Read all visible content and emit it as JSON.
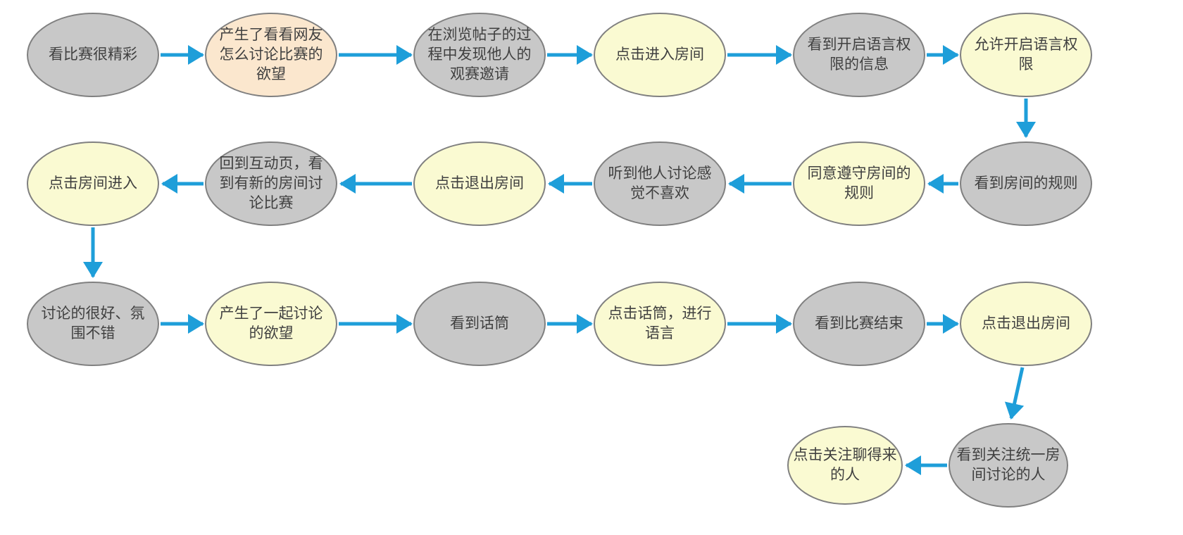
{
  "colors": {
    "background": "#ffffff",
    "arrow": "#1e9ed9",
    "node_border": "#808080",
    "node_text": "#404040",
    "gray_fill": "#c8c8c8",
    "yellow_fill": "#fafad2",
    "peach_fill": "#fbe7ce"
  },
  "nodes": [
    {
      "id": 1,
      "fill": "gray",
      "label": "看比赛很精彩"
    },
    {
      "id": 2,
      "fill": "peach",
      "label": "产生了看看网友\n怎么讨论比赛的\n欲望"
    },
    {
      "id": 3,
      "fill": "gray",
      "label": "在浏览帖子的过\n程中发现他人的\n观赛邀请"
    },
    {
      "id": 4,
      "fill": "yellow",
      "label": "点击进入房间"
    },
    {
      "id": 5,
      "fill": "gray",
      "label": "看到开启语言权\n限的信息"
    },
    {
      "id": 6,
      "fill": "yellow",
      "label": "允许开启语言权\n限"
    },
    {
      "id": 7,
      "fill": "gray",
      "label": "看到房间的规则"
    },
    {
      "id": 8,
      "fill": "yellow",
      "label": "同意遵守房间的\n规则"
    },
    {
      "id": 9,
      "fill": "gray",
      "label": "听到他人讨论感\n觉不喜欢"
    },
    {
      "id": 10,
      "fill": "yellow",
      "label": "点击退出房间"
    },
    {
      "id": 11,
      "fill": "gray",
      "label": "回到互动页，看\n到有新的房间讨\n论比赛"
    },
    {
      "id": 12,
      "fill": "yellow",
      "label": "点击房间进入"
    },
    {
      "id": 13,
      "fill": "gray",
      "label": "讨论的很好、氛\n围不错"
    },
    {
      "id": 14,
      "fill": "yellow",
      "label": "产生了一起讨论\n的欲望"
    },
    {
      "id": 15,
      "fill": "gray",
      "label": "看到话筒"
    },
    {
      "id": 16,
      "fill": "yellow",
      "label": "点击话筒，进行\n语言"
    },
    {
      "id": 17,
      "fill": "gray",
      "label": "看到比赛结束"
    },
    {
      "id": 18,
      "fill": "yellow",
      "label": "点击退出房间"
    },
    {
      "id": 19,
      "fill": "gray",
      "label": "看到关注统一房\n间讨论的人"
    },
    {
      "id": 20,
      "fill": "yellow",
      "label": "点击关注聊得来\n的人"
    }
  ],
  "edges": [
    {
      "from": 1,
      "to": 2
    },
    {
      "from": 2,
      "to": 3
    },
    {
      "from": 3,
      "to": 4
    },
    {
      "from": 4,
      "to": 5
    },
    {
      "from": 5,
      "to": 6
    },
    {
      "from": 6,
      "to": 7
    },
    {
      "from": 7,
      "to": 8
    },
    {
      "from": 8,
      "to": 9
    },
    {
      "from": 9,
      "to": 10
    },
    {
      "from": 10,
      "to": 11
    },
    {
      "from": 11,
      "to": 12
    },
    {
      "from": 12,
      "to": 13
    },
    {
      "from": 13,
      "to": 14
    },
    {
      "from": 14,
      "to": 15
    },
    {
      "from": 15,
      "to": 16
    },
    {
      "from": 16,
      "to": 17
    },
    {
      "from": 17,
      "to": 18
    },
    {
      "from": 18,
      "to": 19
    },
    {
      "from": 19,
      "to": 20
    }
  ]
}
